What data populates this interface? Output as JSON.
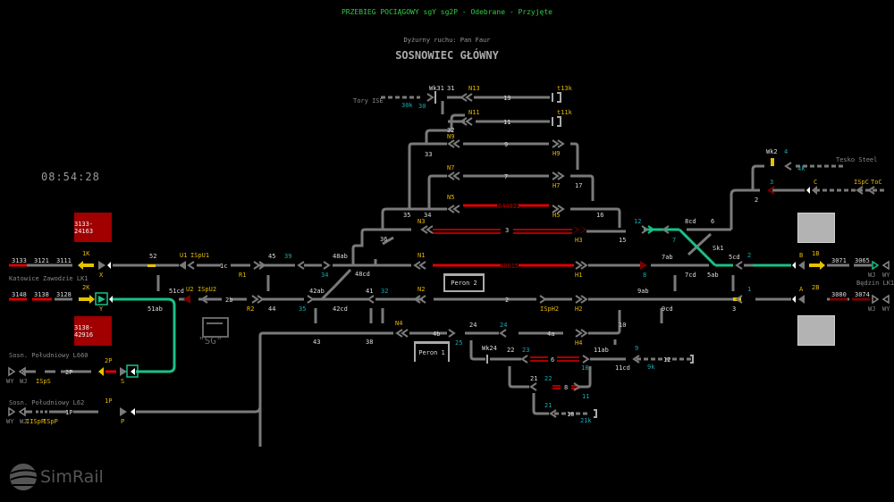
{
  "header": {
    "route_status": "PRZEBIEG POCIĄGOWY sgY sg2P - Odebrane - Przyjęte",
    "dispatcher": "Dyżurny ruchu: Pan Faur",
    "station": "SOSNOWIEC GŁÓWNY"
  },
  "clock": "08:54:28",
  "colors": {
    "track": "#7a7a7a",
    "occupied": "#e00000",
    "route_set": "#19c08a",
    "signal_label": "#e6b800",
    "axle_label": "#19a8b0",
    "text": "#dddddd",
    "background": "#000000"
  },
  "trains": [
    {
      "id": "3133-24163"
    },
    {
      "id": "3138-42916"
    }
  ],
  "lines": {
    "katowice": "Katowice Zawodzie LK1",
    "pld_l660": "Sosn. Południowy L660",
    "pld_l62": "Sosn. Południowy L62",
    "bedzin": "Będzin LK1",
    "tory_ise": "Tory ISE",
    "tesko": "Tesko Steel"
  },
  "left_blocks": {
    "top": [
      "3133",
      "3121",
      "3111"
    ],
    "bottom": [
      "3148",
      "3138",
      "3128"
    ]
  },
  "right_blocks": {
    "top": [
      "3071",
      "3065"
    ],
    "bottom": [
      "3080",
      "3074"
    ]
  },
  "signals": {
    "1K": "1K",
    "X": "X",
    "2K": "2K",
    "Y": "Y",
    "2P": "2P",
    "S": "S",
    "1P": "1P",
    "P": "P",
    "U1": "U1",
    "ISpU1": "ISpU1",
    "U2": "U2",
    "ISpU2": "ISpU2",
    "R1": "R1",
    "R2": "R2",
    "N1": "N1",
    "N2": "N2",
    "N3": "N3",
    "N4": "N4",
    "N5": "N5",
    "N7": "N7",
    "N9": "N9",
    "N11": "N11",
    "N13": "N13",
    "H1": "H1",
    "H2": "H2",
    "H3": "H3",
    "H4": "H4",
    "H5": "H5",
    "H7": "H7",
    "H9": "H9",
    "ISpH2": "ISpH2",
    "t13k": "t13k",
    "t11k": "t11k",
    "B": "B",
    "A": "A",
    "1B": "1B",
    "2B": "2B",
    "C": "C",
    "ISpC": "ISpC",
    "ToC": "ToC",
    "ISpS": "ISpS",
    "IISpP": "IISpP",
    "ISpP": "ISpP"
  },
  "dir_labels": {
    "WY": "WY",
    "WJ": "WJ"
  },
  "tracks": {
    "t1c": "1c",
    "t2b": "2b",
    "t3": "3",
    "t2": "2",
    "t4a": "4a",
    "t4b": "4b",
    "t5": "644822",
    "t1": "48615",
    "t6": "6",
    "t7": "7",
    "t8": "8",
    "t9": "9",
    "t10": "10",
    "t11": "11",
    "t12": "12",
    "t13": "13",
    "t2P": "2P",
    "t1P": "1P"
  },
  "switches": {
    "s52": "52",
    "s51cd": "51cd",
    "s51ab": "51ab",
    "s45": "45",
    "s44": "44",
    "s48ab": "48ab",
    "s48cd": "48cd",
    "s42ab": "42ab",
    "s42cd": "42cd",
    "s41": "41",
    "s43": "43",
    "s38": "38",
    "s36": "36",
    "s35": "35",
    "s34": "34",
    "s33": "33",
    "s32": "32",
    "s31": "31",
    "s24": "24",
    "s22": "22",
    "s21": "21",
    "s17": "17",
    "s16": "16",
    "s15": "15",
    "s10": "10",
    "s11ab": "11ab",
    "s11cd": "11cd",
    "s9ab": "9ab",
    "s9cd": "9cd",
    "s7ab": "7ab",
    "s7cd": "7cd",
    "s5ab": "5ab",
    "s5cd": "5cd",
    "s8cd": "8cd",
    "s6": "6",
    "s3": "3",
    "s2": "2",
    "Sk1": "Sk1",
    "Wk31": "Wk31",
    "Wk24": "Wk24",
    "Wk2": "Wk2"
  },
  "axle_counters": {
    "a39": "39",
    "a34": "34",
    "a35": "35",
    "a32": "32",
    "a25": "25",
    "a24": "24",
    "a23": "23",
    "a22": "22",
    "a21": "21",
    "a21k": "21k",
    "a18": "18",
    "a11": "11",
    "a9": "9",
    "a9k": "9k",
    "a12": "12",
    "a7": "7",
    "a8": "8",
    "a2": "2",
    "a1": "1",
    "a3": "3",
    "a4": "4",
    "a4k": "4k",
    "a30": "30",
    "a30k": "30k"
  },
  "platforms": {
    "p1": "Peron 1",
    "p2": "Peron 2"
  },
  "sg_label": "\"SG\"",
  "logo": "SimRail"
}
